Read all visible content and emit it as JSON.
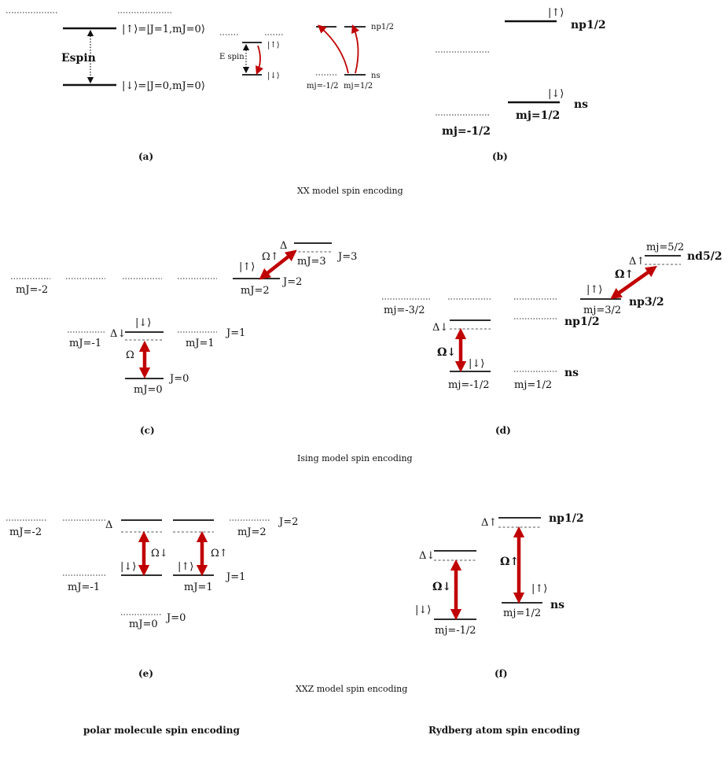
{
  "labels": {
    "a": {
      "up": "|↑⟩=|J=1,mJ=0⟩",
      "down": "|↓⟩=|J=0,mJ=0⟩",
      "espin": "Espin"
    },
    "b_left": {
      "espin": "E spin",
      "up": "|↑⟩",
      "down": "|↓⟩"
    },
    "b_mid": {
      "np": "np1/2",
      "ns": "ns",
      "mj_neg": "mj=-1/2",
      "mj_pos": "mj=1/2"
    },
    "b": {
      "up": "|↑⟩",
      "np": "np1/2",
      "down": "|↓⟩",
      "ns": "ns",
      "mj_pos": "mj=1/2",
      "mj_neg": "mj=-1/2"
    },
    "c": {
      "mj_m2": "mJ=-2",
      "mj_m1": "mJ=-1",
      "mj_0": "mJ=0",
      "mj_1": "mJ=1",
      "mj_2": "mJ=2",
      "mj_3": "mJ=3",
      "j0": "J=0",
      "j1": "J=1",
      "j2": "J=2",
      "j3": "J=3",
      "up": "|↑⟩",
      "down": "|↓⟩",
      "omega": "Ω",
      "omega_up": "Ω↑",
      "delta": "Δ",
      "delta_down": "Δ↓"
    },
    "d": {
      "mj_m32": "mj=-3/2",
      "mj_m12": "mj=-1/2",
      "mj_12": "mj=1/2",
      "mj_32": "mj=3/2",
      "mj_52": "mj=5/2",
      "ns": "ns",
      "np12": "np1/2",
      "np32": "np3/2",
      "nd52": "nd5/2",
      "up": "|↑⟩",
      "down": "|↓⟩",
      "omega_down": "Ω↓",
      "omega_up": "Ω↑",
      "delta_down": "Δ↓",
      "delta_up": "Δ↑"
    },
    "e": {
      "mj_m2": "mJ=-2",
      "mj_m1": "mJ=-1",
      "mj_0": "mJ=0",
      "mj_1": "mJ=1",
      "mj_2": "mJ=2",
      "j0": "J=0",
      "j1": "J=1",
      "j2": "J=2",
      "up": "|↑⟩",
      "down": "|↓⟩",
      "omega_down": "Ω↓",
      "omega_up": "Ω↑",
      "delta": "Δ"
    },
    "f": {
      "np": "np1/2",
      "ns": "ns",
      "up": "|↑⟩",
      "down": "|↓⟩",
      "omega_down": "Ω↓",
      "omega_up": "Ω↑",
      "delta_down": "Δ↓",
      "delta_up": "Δ↑",
      "mj_neg": "mj=-1/2",
      "mj_pos": "mj=1/2"
    }
  },
  "panels": {
    "a": "(a)",
    "b": "(b)",
    "c": "(c)",
    "d": "(d)",
    "e": "(e)",
    "f": "(f)"
  },
  "captions": {
    "xx": "XX model spin encoding",
    "ising": "Ising model spin encoding",
    "xxz": "XXZ model spin encoding",
    "polar": "polar molecule spin encoding",
    "rydberg": "Rydberg atom spin encoding"
  },
  "colors": {
    "arrow": "#c00000",
    "level": "#111111"
  }
}
